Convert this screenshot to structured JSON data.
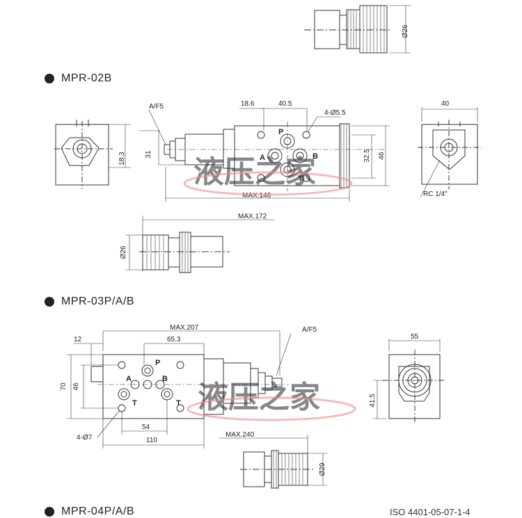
{
  "sections": [
    {
      "title": "MPR-02B"
    },
    {
      "title": "MPR-03P/A/B"
    },
    {
      "title": "MPR-04P/A/B"
    }
  ],
  "top_fragment": {
    "dia": "Ø26"
  },
  "mpr02b": {
    "af": "A/F5",
    "d186": "18.6",
    "d405": "40.5",
    "holes": "4-Ø5.5",
    "d40": "40",
    "d183": "18.3",
    "d31": "31",
    "d325": "32.5",
    "d46": "46",
    "max146": "MAX.146",
    "rc": "RC 1/4\"",
    "max172": "MAX.172",
    "dia26": "Ø26",
    "ports": {
      "p": "P",
      "a": "A",
      "b": "B",
      "t": "T"
    }
  },
  "mpr03": {
    "max207": "MAX.207",
    "af": "A/F5",
    "d12": "12",
    "d653": "65.3",
    "d55": "55",
    "d70": "70",
    "d46": "46",
    "d415": "41.5",
    "d54": "54",
    "d110": "110",
    "holes": "4-Ø7",
    "max240": "MAX.240",
    "dia29": "Ø29",
    "ports": {
      "p": "P",
      "a": "A",
      "b": "B",
      "t1": "T",
      "t2": "T"
    }
  },
  "watermark": "液压之家",
  "footer_right": "ISO 4401-05-07-1-4"
}
